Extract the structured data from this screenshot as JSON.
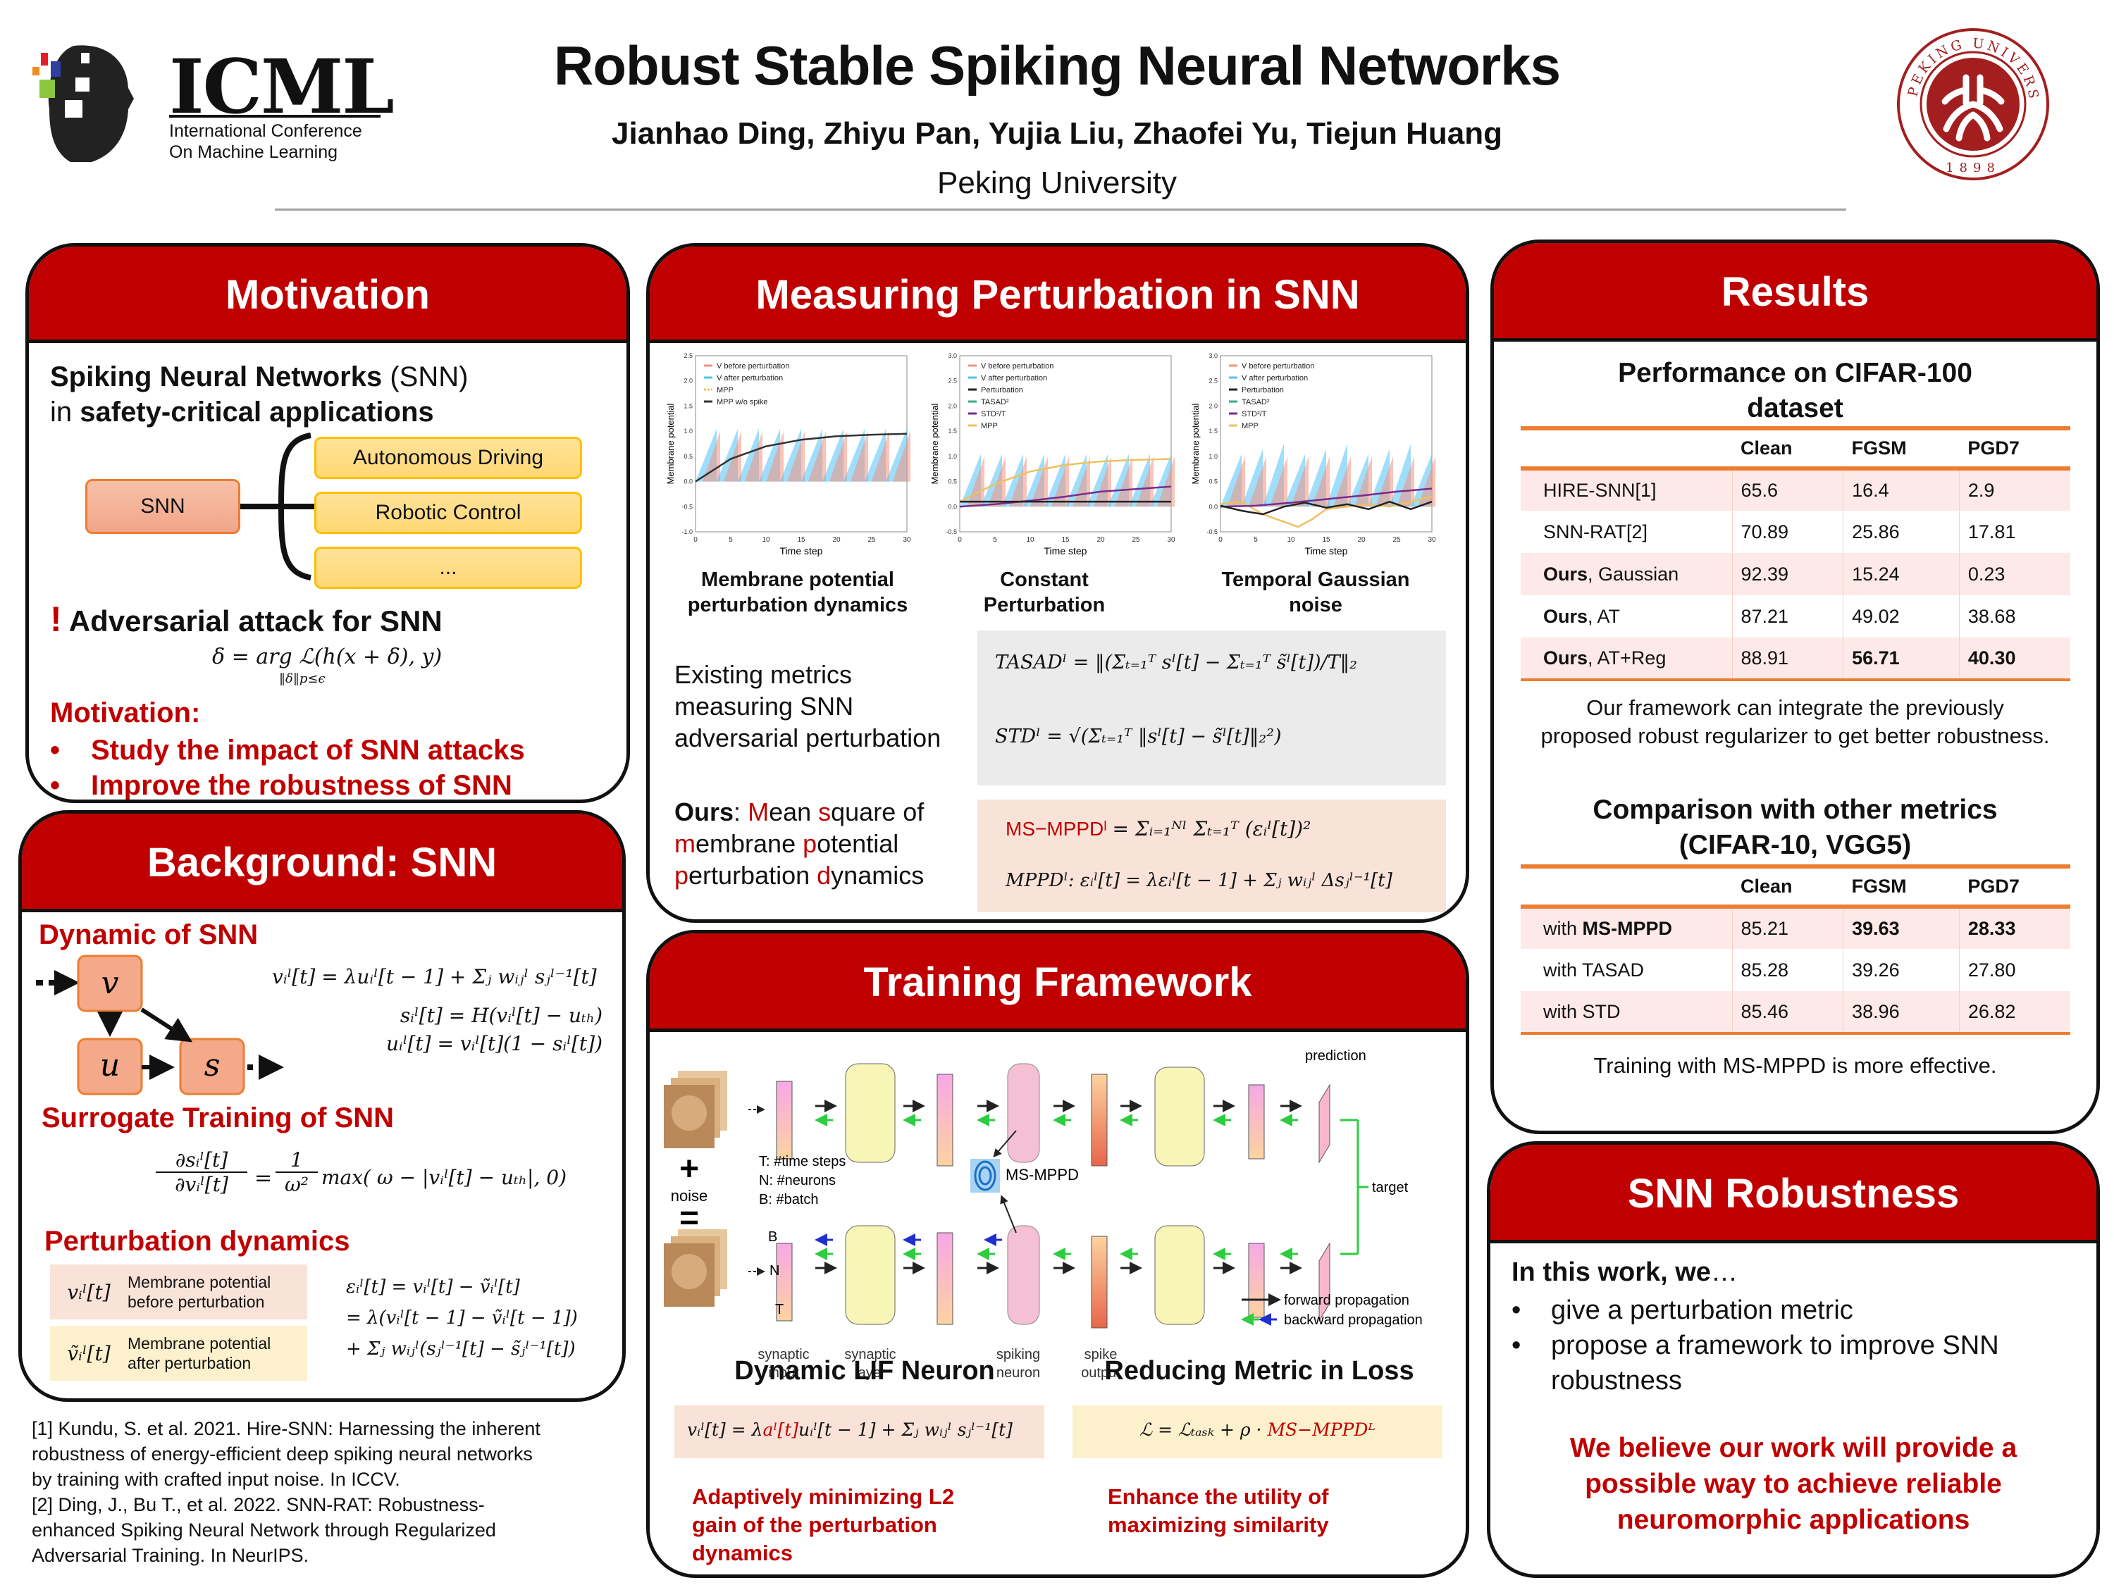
{
  "header": {
    "title": "Robust Stable Spiking Neural Networks",
    "authors": "Jianhao Ding, Zhiyu Pan, Yujia Liu, Zhaofei Yu, Tiejun Huang",
    "affiliation": "Peking University",
    "icml_logo": {
      "word": "ICML",
      "line1": "International Conference",
      "line2": "On Machine Learning"
    },
    "pku_logo": {
      "ring_text": "PEKING UNIVERSITY",
      "year": "1898"
    }
  },
  "motivation": {
    "title": "Motivation",
    "intro_bold1": "Spiking Neural Networks",
    "intro_plain1": " (SNN)",
    "intro_plain2": "in ",
    "intro_bold2": "safety-critical applications",
    "snn_box": "SNN",
    "applications": [
      "Autonomous Driving",
      "Robotic Control",
      "..."
    ],
    "alert_icon": "!",
    "alert_text": "Adversarial attack for SNN",
    "formula": "δ = arg ℒ(h(x + δ), y)",
    "formula_sub": "‖δ‖p≤ϵ",
    "motivation_label": "Motivation:",
    "bullets": [
      "Study the impact of SNN attacks",
      "Improve the robustness of SNN"
    ]
  },
  "background": {
    "title": "Background: SNN",
    "dynamic_heading": "Dynamic of SNN",
    "nodes": [
      "v",
      "u",
      "s"
    ],
    "dyn_eq1": "vᵢˡ[t] = λuᵢˡ[t − 1] + Σⱼ wᵢⱼˡ sⱼˡ⁻¹[t]",
    "dyn_eq2": "sᵢˡ[t] = H(vᵢˡ[t] − uₜₕ)",
    "dyn_eq3": "uᵢˡ[t] = vᵢˡ[t](1 − sᵢˡ[t])",
    "surrogate_heading": "Surrogate Training of SNN",
    "surrogate_num": "∂sᵢˡ[t]",
    "surrogate_den": "∂vᵢˡ[t]",
    "surrogate_rhs_num": "1",
    "surrogate_rhs_den": "ω²",
    "surrogate_rhs": "max( ω − |vᵢˡ[t] − uₜₕ|, 0)",
    "perturb_heading": "Perturbation dynamics",
    "legend": [
      {
        "symbol": "vᵢˡ[t]",
        "label1": "Membrane potential",
        "label2": "before perturbation"
      },
      {
        "symbol": "ṽᵢˡ[t]",
        "label1": "Membrane potential",
        "label2": "after perturbation"
      }
    ],
    "perturb_eq1": "εᵢˡ[t] = vᵢˡ[t] − ṽᵢˡ[t]",
    "perturb_eq2": "= λ(vᵢˡ[t − 1] − ṽᵢˡ[t − 1])",
    "perturb_eq3": "+ Σⱼ wᵢⱼˡ(sⱼˡ⁻¹[t] − s̃ⱼˡ⁻¹[t])"
  },
  "references": [
    "[1] Kundu, S. et al. 2021. Hire-SNN: Harnessing the inherent",
    " robustness of energy-efficient deep spiking neural networks",
    "by training with crafted input noise. In ICCV.",
    "[2] Ding, J., Bu T., et al. 2022. SNN-RAT: Robustness-",
    "enhanced Spiking Neural Network through Regularized",
    "Adversarial Training. In NeurIPS."
  ],
  "measuring": {
    "title": "Measuring Perturbation in SNN",
    "plot_captions": [
      [
        "Membrane potential",
        "perturbation dynamics"
      ],
      [
        "Constant",
        "Perturbation"
      ],
      [
        "Temporal Gaussian",
        "noise"
      ]
    ],
    "existing_label": [
      "Existing metrics",
      "measuring SNN",
      "adversarial perturbation"
    ],
    "tasad_eq": "TASADˡ = ‖(Σₜ₌₁ᵀ sˡ[t] − Σₜ₌₁ᵀ s̃ˡ[t])/T‖₂",
    "std_eq": "STDˡ = √(Σₜ₌₁ᵀ ‖sˡ[t] − s̃ˡ[t]‖₂²)",
    "ours_bold": "Ours",
    "ours_lines": [
      [
        ":",
        " ",
        "M",
        "ean ",
        "s",
        "quare of"
      ],
      [
        "m",
        "embrane ",
        "p",
        "otential"
      ],
      [
        "p",
        "erturbation ",
        "d",
        "ynamics"
      ]
    ],
    "msmppd_name": "MS−MPPDˡ",
    "msmppd_eq": "= Σᵢ₌₁ᴺˡ Σₜ₌₁ᵀ (εᵢˡ[t])²",
    "mppd_eq": "MPPDˡ: εᵢˡ[t] = λεᵢˡ[t − 1] + Σⱼ wᵢⱼˡ Δsⱼˡ⁻¹[t]"
  },
  "chart_data": [
    {
      "type": "line",
      "title": "Membrane potential perturbation dynamics",
      "xlabel": "Time step",
      "ylabel": "Membrane potential",
      "xlim": [
        0,
        30
      ],
      "ylim": [
        -1.0,
        2.5
      ],
      "xticks": [
        "0",
        "5",
        "10",
        "15",
        "20",
        "25",
        "30"
      ],
      "yticks": [
        "-1.0",
        "-0.5",
        "0.0",
        "0.5",
        "1.0",
        "1.5",
        "2.0",
        "2.5"
      ],
      "legend": [
        "V before perturbation",
        "V after perturbation",
        "MPP",
        "MPP w/o spike"
      ],
      "legend_position": "top-left",
      "series": [
        {
          "name": "MPP w/o spike",
          "x": [
            0,
            5,
            10,
            15,
            20,
            25,
            30
          ],
          "y": [
            0,
            0.45,
            0.7,
            0.83,
            0.9,
            0.93,
            0.95
          ]
        }
      ]
    },
    {
      "type": "line",
      "title": "Constant Perturbation",
      "xlabel": "Time step",
      "ylabel": "Membrane potential",
      "xlim": [
        0,
        30
      ],
      "ylim": [
        -0.5,
        3.0
      ],
      "xticks": [
        "0",
        "5",
        "10",
        "15",
        "20",
        "25",
        "30"
      ],
      "yticks": [
        "-0.5",
        "0.0",
        "0.5",
        "1.0",
        "1.5",
        "2.0",
        "2.5",
        "3.0"
      ],
      "legend": [
        "V before perturbation",
        "V after perturbation",
        "Perturbation",
        "TASAD²",
        "STD²/T",
        "MPP"
      ],
      "legend_position": "top-left",
      "series": [
        {
          "name": "MPP",
          "x": [
            0,
            5,
            10,
            15,
            20,
            25,
            30
          ],
          "y": [
            0.1,
            0.45,
            0.7,
            0.83,
            0.9,
            0.93,
            0.95
          ]
        },
        {
          "name": "STD²/T",
          "x": [
            0,
            5,
            10,
            15,
            20,
            25,
            30
          ],
          "y": [
            0.0,
            0.05,
            0.12,
            0.2,
            0.3,
            0.35,
            0.4
          ]
        },
        {
          "name": "Perturbation",
          "x": [
            0,
            30
          ],
          "y": [
            0.1,
            0.1
          ]
        }
      ]
    },
    {
      "type": "line",
      "title": "Temporal Gaussian noise",
      "xlabel": "Time step",
      "ylabel": "Membrane potential",
      "xlim": [
        0,
        30
      ],
      "ylim": [
        -0.5,
        3.0
      ],
      "xticks": [
        "0",
        "5",
        "10",
        "15",
        "20",
        "25",
        "30"
      ],
      "yticks": [
        "-0.5",
        "0.0",
        "0.5",
        "1.0",
        "1.5",
        "2.0",
        "2.5",
        "3.0"
      ],
      "legend": [
        "V before perturbation",
        "V after perturbation",
        "Perturbation",
        "TASAD²",
        "STD²/T",
        "MPP"
      ],
      "legend_position": "top-left",
      "series": [
        {
          "name": "MPP",
          "x": [
            0,
            3,
            6,
            9,
            11,
            13,
            15,
            18,
            21,
            24,
            27,
            30
          ],
          "y": [
            0.05,
            0.1,
            -0.15,
            -0.3,
            -0.4,
            -0.25,
            -0.05,
            0.0,
            0.05,
            0.0,
            0.1,
            0.2
          ]
        },
        {
          "name": "STD²/T",
          "x": [
            0,
            5,
            10,
            15,
            20,
            25,
            30
          ],
          "y": [
            0.0,
            0.02,
            0.08,
            0.15,
            0.22,
            0.3,
            0.36
          ]
        },
        {
          "name": "Perturbation",
          "x": [
            0,
            3,
            6,
            9,
            12,
            15,
            18,
            21,
            24,
            27,
            30
          ],
          "y": [
            0.02,
            -0.08,
            -0.15,
            0.0,
            0.08,
            -0.02,
            0.05,
            -0.05,
            0.1,
            -0.05,
            0.1
          ]
        }
      ]
    }
  ],
  "training": {
    "title": "Training Framework",
    "diagram_labels": {
      "noise": "noise",
      "plus": "+",
      "equals": "=",
      "legend_T": "T: #time steps",
      "legend_N": "N: #neurons",
      "legend_B": "B: #batch",
      "msmppd": "MS-MPPD",
      "prediction": "prediction",
      "target": "target",
      "axis_B": "B",
      "axis_N": "N",
      "axis_T": "T",
      "bottom": [
        "synaptic\ninput",
        "synaptic\nlayer",
        "spiking\nneuron",
        "spike\noutput"
      ],
      "forward": "forward propagation",
      "backward": "backward propagation"
    },
    "lif_heading": "Dynamic LIF Neuron",
    "lif_eq_a": "vᵢˡ[t] = λ",
    "lif_eq_red": "aˡ[t]",
    "lif_eq_b": "uᵢˡ[t − 1] + Σⱼ wᵢⱼˡ sⱼˡ⁻¹[t]",
    "lif_note": [
      "Adaptively minimizing L2",
      "gain of the perturbation",
      "dynamics"
    ],
    "loss_heading": "Reducing Metric in Loss",
    "loss_eq_a": "ℒ = ℒₜₐₛₖ + ρ · ",
    "loss_eq_red": "MS−MPPDᴸ",
    "loss_note": [
      "Enhance the utility of",
      "maximizing similarity"
    ]
  },
  "results": {
    "title": "Results",
    "table1_title": [
      "Performance on CIFAR-100",
      "dataset"
    ],
    "table1_headers": [
      "",
      "Clean",
      "FGSM",
      "PGD7"
    ],
    "table1_rows": [
      {
        "bold": "",
        "name": "HIRE-SNN[1]",
        "clean": "65.6",
        "fgsm": "16.4",
        "pgd": "2.9"
      },
      {
        "bold": "",
        "name": "SNN-RAT[2]",
        "clean": "70.89",
        "fgsm": "25.86",
        "pgd": "17.81"
      },
      {
        "bold": "Ours",
        "name": ", Gaussian",
        "clean": "92.39",
        "fgsm": "15.24",
        "pgd": "0.23"
      },
      {
        "bold": "Ours",
        "name": ", AT",
        "clean": "87.21",
        "fgsm": "49.02",
        "pgd": "38.68"
      },
      {
        "bold": "Ours",
        "name": ", AT+Reg",
        "clean": "88.91",
        "fgsm": "56.71",
        "pgd": "40.30"
      }
    ],
    "table1_note": [
      "Our framework can integrate the previously",
      "proposed robust regularizer to get better robustness."
    ],
    "table2_title": [
      "Comparison with other metrics",
      "(CIFAR-10, VGG5)"
    ],
    "table2_headers": [
      "",
      "Clean",
      "FGSM",
      "PGD7"
    ],
    "table2_rows": [
      {
        "plain": "with ",
        "bold": "MS-MPPD",
        "clean": "85.21",
        "fgsm": "39.63",
        "pgd": "28.33"
      },
      {
        "plain": "with TASAD",
        "bold": "",
        "clean": "85.28",
        "fgsm": "39.26",
        "pgd": "27.80"
      },
      {
        "plain": "with STD",
        "bold": "",
        "clean": "85.46",
        "fgsm": "38.96",
        "pgd": "26.82"
      }
    ],
    "table2_note": "Training with MS-MPPD is more effective."
  },
  "robustness": {
    "title": "SNN Robustness",
    "lead_bold": "In this work, we",
    "lead_plain": "…",
    "bullets": [
      "give a perturbation metric",
      "propose a framework to improve SNN",
      "robustness"
    ],
    "conclusion": [
      "We believe our work will provide a",
      "possible way to achieve reliable",
      "neuromorphic applications"
    ]
  },
  "colors": {
    "accent_red": "#c00000",
    "table_orange": "#ed7d31",
    "table_shade": "#fde9e7",
    "v_before": "#f4917d",
    "v_after": "#4fc3f7"
  }
}
